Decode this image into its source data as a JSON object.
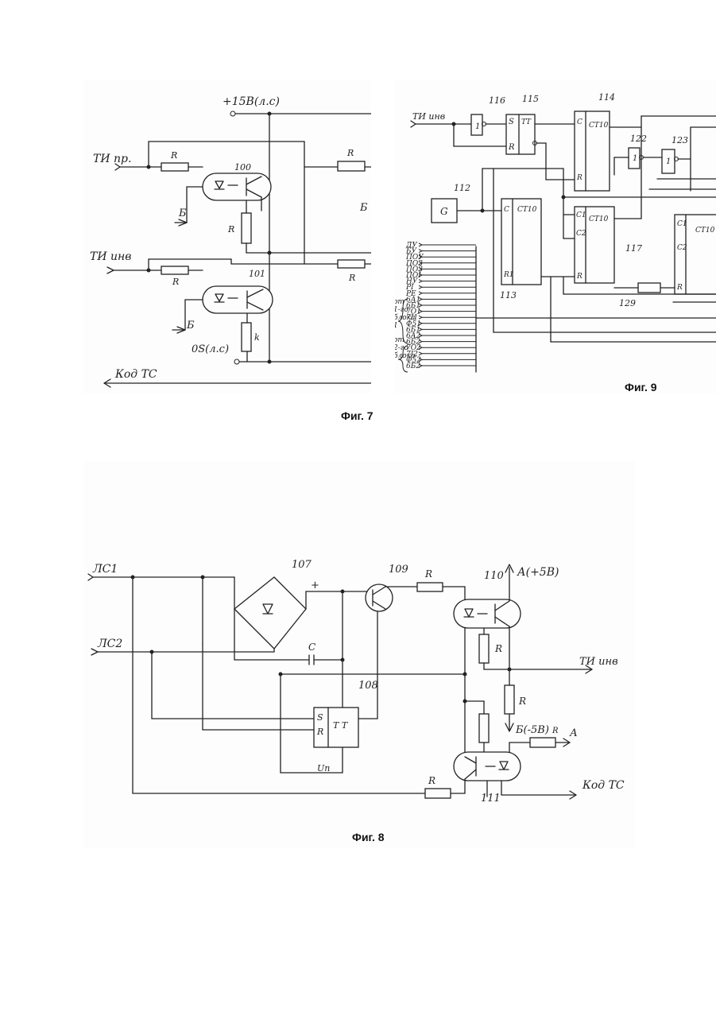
{
  "fig7": {
    "caption": "Фиг. 7",
    "supply_top": "+15В(л.с)",
    "supply_bottom": "0S(л.с)",
    "input_ti_pr": "ТИ пр.",
    "input_ti_inv": "ТИ инв",
    "resistor": "R",
    "resistor_k": "k",
    "opto_100": "100",
    "opto_101": "101",
    "b_label": "Б",
    "output_code": "Код ТС"
  },
  "fig9": {
    "caption": "Фиг. 9",
    "ti_inv": "ТИ инв",
    "gen": "G",
    "ct10": "СТ10",
    "tt": "ТТ",
    "s": "S",
    "r": "R",
    "r1": "R1",
    "c": "C",
    "c1": "C1",
    "c2": "C2",
    "one": "1",
    "b112": "112",
    "b113": "113",
    "b114": "114",
    "b115": "115",
    "b116": "116",
    "b117": "117",
    "b122": "122",
    "b123": "123",
    "b129": "129",
    "side_labels": [
      "ДУ",
      "БУ",
      "ПОУ",
      "ПОЗ",
      "ПОЗ",
      "ПОI",
      "НУ",
      "РI",
      "РЕ",
      "6А1",
      "6Б1",
      "7О1",
      "7I1",
      "Ф51",
      "6Б1",
      "6А2",
      "6Б2",
      "7О2",
      "7I2",
      "Ф52",
      "6Б2"
    ],
    "group_labels": [
      "от",
      "1-го",
      "блока",
      "1",
      "от",
      "2-го",
      "блока"
    ]
  },
  "fig8": {
    "caption": "Фиг. 8",
    "lc1": "ЛС1",
    "lc2": "ЛС2",
    "b107": "107",
    "b108": "108",
    "b109": "109",
    "b110": "110",
    "b111": "111",
    "resistor": "R",
    "cap": "С",
    "plus": "+",
    "a_plus5": "А(+5В)",
    "ti_inv": "ТИ инв",
    "b_minus5": "Б(-5В)",
    "r_small": "R",
    "a_label": "А",
    "code_tc": "Код ТС",
    "tt": "Т Т",
    "s": "S",
    "r": "R",
    "un": "Uп"
  }
}
